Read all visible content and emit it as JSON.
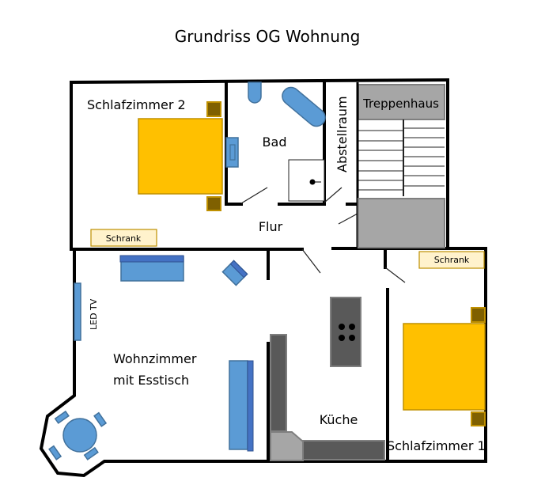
{
  "title": "Grundriss OG Wohnung",
  "rooms": {
    "schlafzimmer2": "Schlafzimmer 2",
    "bad": "Bad",
    "abstellraum": "Abstellraum",
    "treppenhaus": "Treppenhaus",
    "flur": "Flur",
    "wohnzimmer_line1": "Wohnzimmer",
    "wohnzimmer_line2": "mit Esstisch",
    "kueche": "Küche",
    "schlafzimmer1": "Schlafzimmer 1"
  },
  "furniture": {
    "schrank_left": "Schrank",
    "schrank_right": "Schrank",
    "tv": "LED TV"
  },
  "colors": {
    "bed": "#ffc000",
    "furniture_blue": "#5b9bd5",
    "kitchen": "#595959",
    "stair": "#a6a6a6"
  }
}
